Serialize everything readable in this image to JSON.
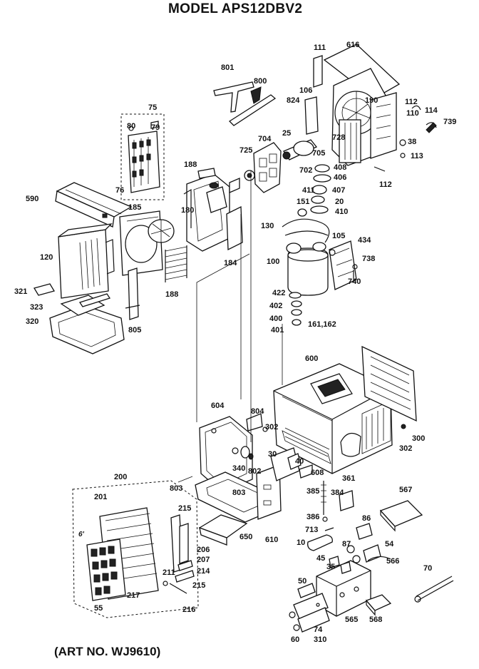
{
  "title": "MODEL APS12DBV2",
  "art_number": "(ART NO. WJ9610)",
  "part_labels": {
    "p801": "801",
    "p800": "800",
    "p111": "111",
    "p616": "616",
    "p75": "75",
    "p80": "80",
    "p79": "79",
    "p824": "824",
    "p106": "106",
    "p190": "190",
    "p112a": "112",
    "p110": "110",
    "p114": "114",
    "p739": "739",
    "p725": "725",
    "p704": "704",
    "p25": "25",
    "p728": "728",
    "p38": "38",
    "p113": "113",
    "p705": "705",
    "p702": "702",
    "p408": "408",
    "p406": "406",
    "p112b": "112",
    "p188a": "188",
    "p76": "76",
    "p590": "590",
    "p185": "185",
    "p180": "180",
    "p411": "411",
    "p407": "407",
    "p20": "20",
    "p410": "410",
    "p151": "151",
    "p120": "120",
    "p184": "184",
    "p130": "130",
    "p105": "105",
    "p434": "434",
    "p738": "738",
    "p188b": "188",
    "p100": "100",
    "p740": "740",
    "p321": "321",
    "p323": "323",
    "p320": "320",
    "p805": "805",
    "p422": "422",
    "p402": "402",
    "p400": "400",
    "p401": "401",
    "p161": "161,162",
    "p600": "600",
    "p604": "604",
    "p804": "804",
    "p302a": "302",
    "p300": "300",
    "p302b": "302",
    "p30": "30",
    "p340": "340",
    "p802": "802",
    "p40": "40",
    "p608": "608",
    "p361": "361",
    "p200": "200",
    "p803a": "803",
    "p803b": "803",
    "p385": "385",
    "p384": "384",
    "p567": "567",
    "p201": "201",
    "p215a": "215",
    "p610": "610",
    "p386": "386",
    "p86": "86",
    "p650": "650",
    "p713": "713",
    "p206": "206",
    "p207": "207",
    "p10": "10",
    "p87": "87",
    "p54": "54",
    "p214": "214",
    "p45": "45",
    "p35": "35",
    "p566": "566",
    "p70": "70",
    "p211": "211",
    "p215b": "215",
    "p217": "217",
    "p50": "50",
    "p216": "216",
    "p55": "55",
    "p565": "565",
    "p568": "568",
    "p60": "60",
    "p74": "74",
    "p310": "310"
  }
}
